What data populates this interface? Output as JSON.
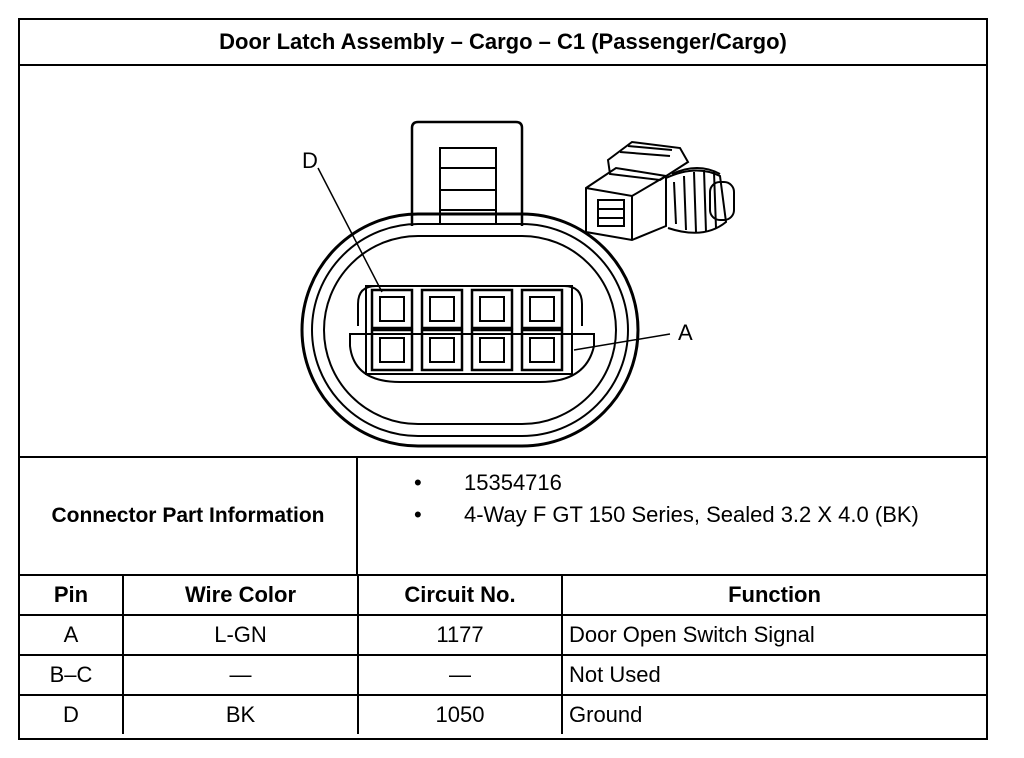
{
  "title": "Door Latch Assembly – Cargo – C1 (Passenger/Cargo)",
  "diagram": {
    "label_d": "D",
    "label_a": "A",
    "connector_icon": "connector-photo-icon"
  },
  "connector_info": {
    "label": "Connector Part Information",
    "items": [
      {
        "bullet": "•",
        "text": "15354716"
      },
      {
        "bullet": "•",
        "text": "4-Way F GT 150 Series, Sealed 3.2 X 4.0 (BK)"
      }
    ]
  },
  "pin_table": {
    "headers": {
      "pin": "Pin",
      "wire_color": "Wire Color",
      "circuit": "Circuit No.",
      "function": "Function"
    },
    "rows": [
      {
        "pin": "A",
        "wire_color": "L-GN",
        "circuit": "1177",
        "function": "Door Open Switch Signal"
      },
      {
        "pin": "B–C",
        "wire_color": "—",
        "circuit": "—",
        "function": "Not Used"
      },
      {
        "pin": "D",
        "wire_color": "BK",
        "circuit": "1050",
        "function": "Ground"
      }
    ]
  }
}
